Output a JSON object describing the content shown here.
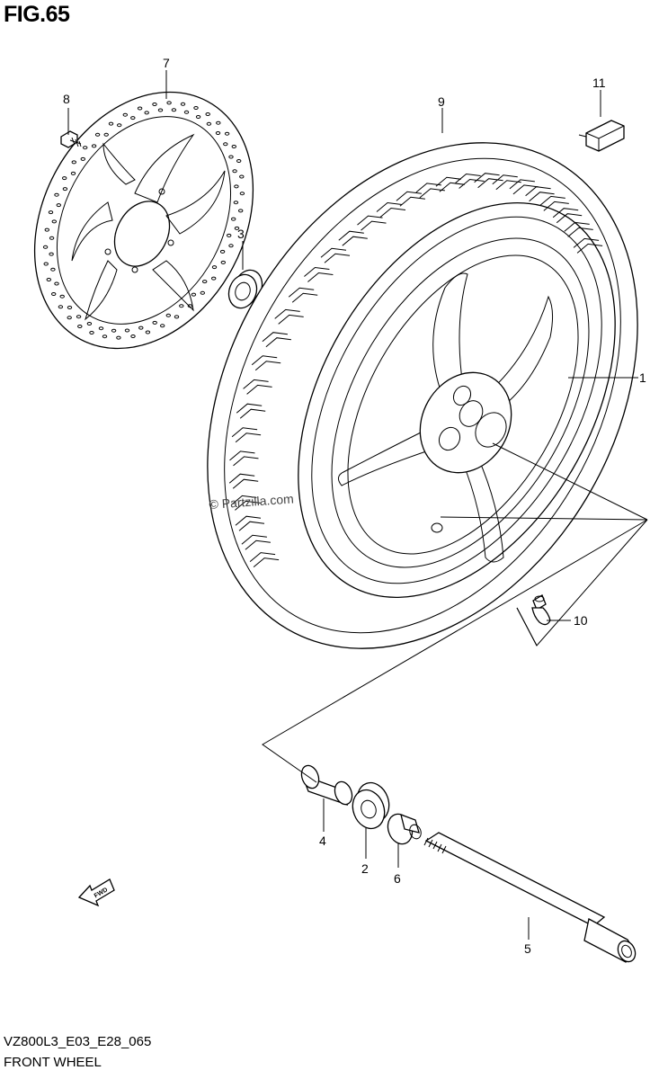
{
  "figure": {
    "title": "FIG.65",
    "model_code": "VZ800L3_E03_E28_065",
    "caption": "FRONT WHEEL",
    "watermark": "© Partzilla.com",
    "fwd_label": "FWD"
  },
  "callouts": [
    {
      "id": "1",
      "label": "1"
    },
    {
      "id": "2",
      "label": "2"
    },
    {
      "id": "3",
      "label": "3"
    },
    {
      "id": "4",
      "label": "4"
    },
    {
      "id": "5",
      "label": "5"
    },
    {
      "id": "6",
      "label": "6"
    },
    {
      "id": "7",
      "label": "7"
    },
    {
      "id": "8",
      "label": "8"
    },
    {
      "id": "9",
      "label": "9"
    },
    {
      "id": "10",
      "label": "10"
    },
    {
      "id": "11",
      "label": "11"
    }
  ]
}
